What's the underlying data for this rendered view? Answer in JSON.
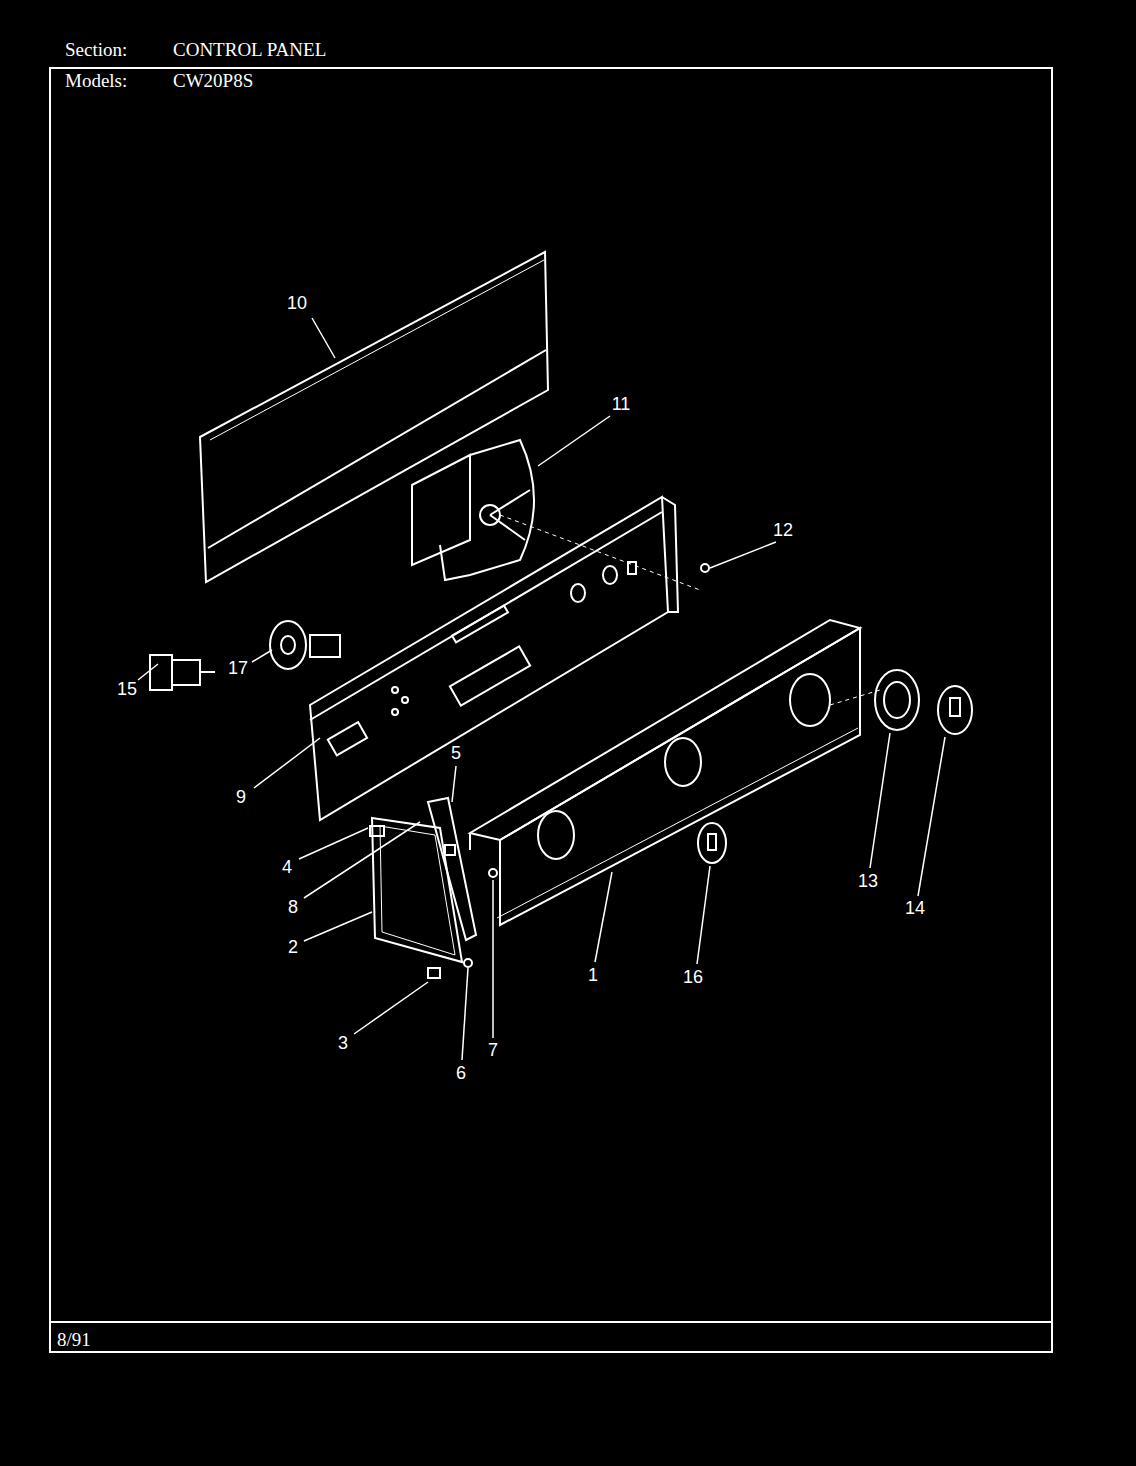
{
  "diagram": {
    "labels": [
      "Section:",
      "CONTROL PANEL",
      "Models:",
      "CW20P8S",
      "8/91",
      "10",
      "11",
      "12",
      "15",
      "17",
      "9",
      "5",
      "4",
      "8",
      "2",
      "3",
      "6",
      "7",
      "1",
      "16",
      "13",
      "14"
    ]
  }
}
